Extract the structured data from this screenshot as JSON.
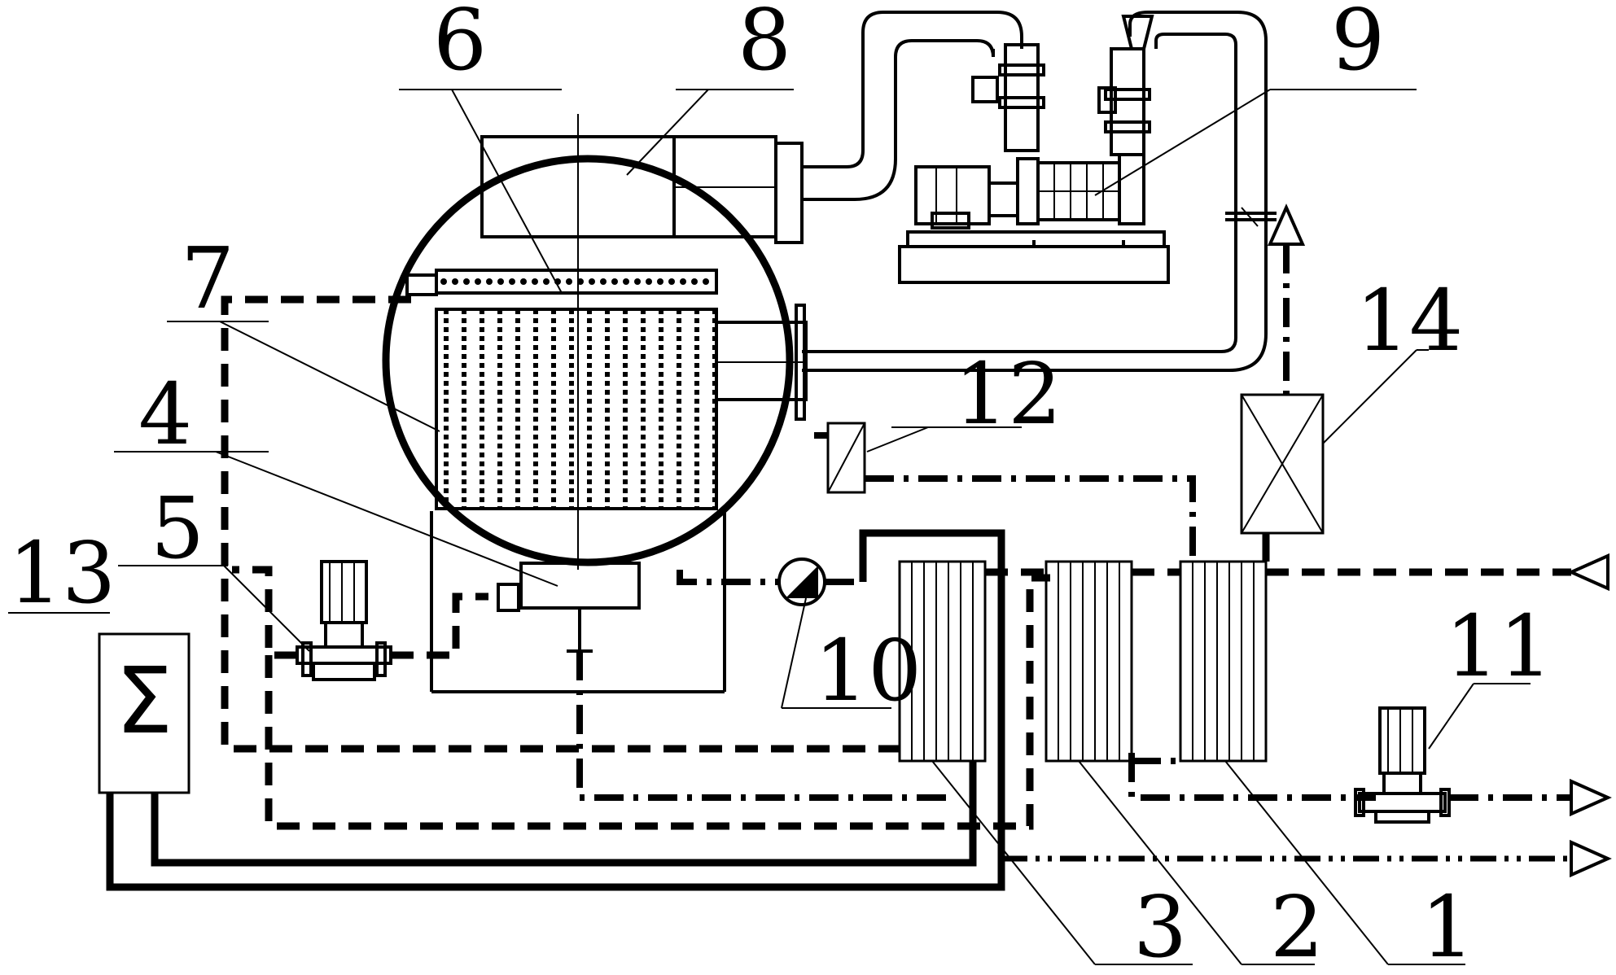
{
  "labels": {
    "l1": "1",
    "l2": "2",
    "l3": "3",
    "l4": "4",
    "l5": "5",
    "l6": "6",
    "l7": "7",
    "l8": "8",
    "l9": "9",
    "l10": "10",
    "l11": "11",
    "l12": "12",
    "l13": "13",
    "l14": "14"
  },
  "symbols": {
    "sigma": "Σ"
  },
  "icons": {
    "outlet_arrow": "triangle-arrow-right",
    "inlet_arrow": "triangle-arrow-left",
    "exhaust_arrow": "triangle-arrow-up"
  }
}
